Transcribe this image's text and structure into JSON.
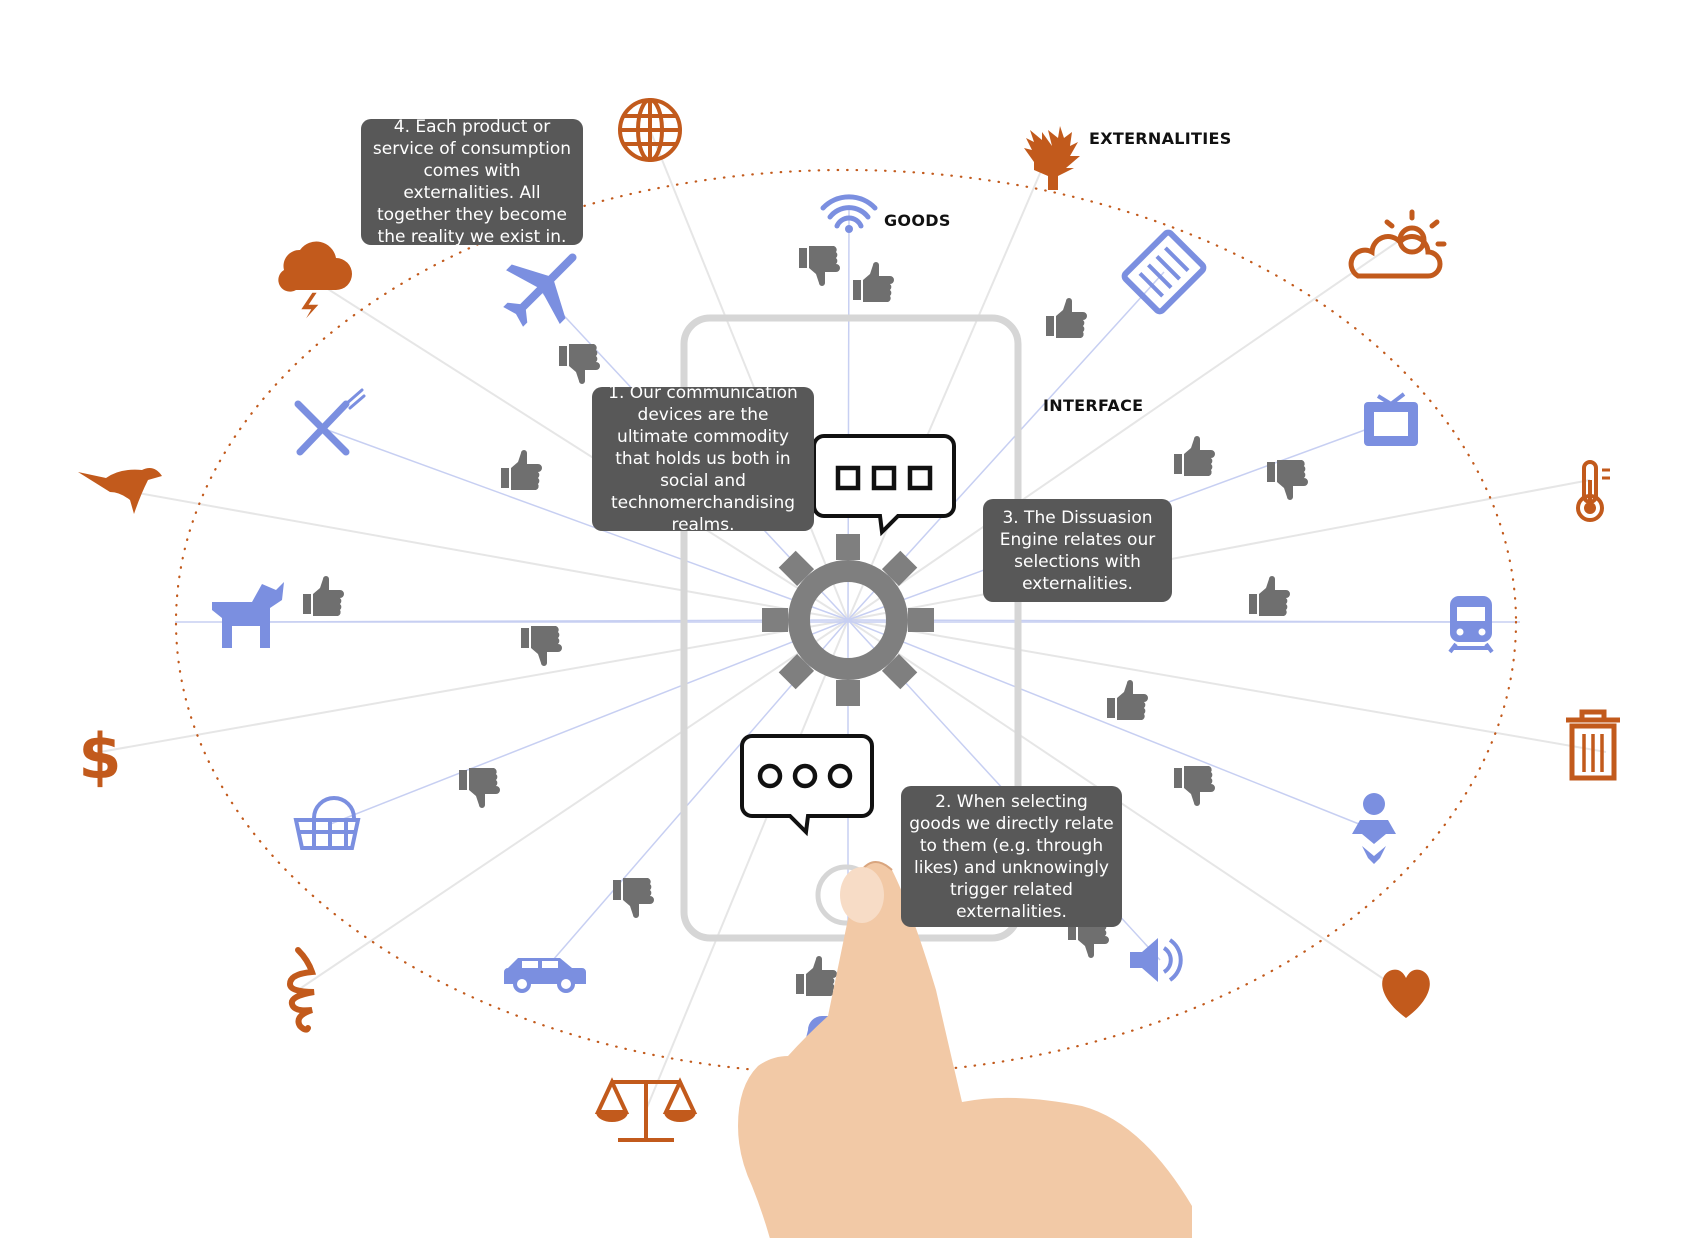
{
  "labels": {
    "externalities": "EXTERNALITIES",
    "goods": "GOODS",
    "interface": "INTERFACE"
  },
  "callouts": {
    "c1": "1. Our communication devices are the ultimate commodity that holds us both in social and technomerchandising realms.",
    "c2": "2. When selecting goods we directly relate to them (e.g. through likes) and unknowingly trigger related externalities.",
    "c3": "3. The Dissuasion Engine relates our selections with externalities.",
    "c4": "4. Each product or service of consumption comes with externalities. All together they become the reality we exist in."
  },
  "colors": {
    "goods": "#7b8fe0",
    "externality": "#c25a1c",
    "thumb": "#6f6f6f",
    "gear": "#7f7f7f",
    "device": "#d9d9d9",
    "callout_bg": "#585858"
  },
  "goods_icons": [
    "wifi-icon",
    "newspaper-icon",
    "tv-icon",
    "train-icon",
    "baby-icon",
    "speaker-icon",
    "gamepad-icon",
    "car-icon",
    "basket-icon",
    "dog-icon",
    "cutlery-icon",
    "airplane-icon"
  ],
  "externality_icons": [
    "forest-fire-icon",
    "sun-cloud-icon",
    "thermometer-icon",
    "trash-icon",
    "heart-icon",
    "scales-icon",
    "intestine-icon",
    "dollar-icon",
    "bird-icon",
    "storm-cloud-icon",
    "globe-icon"
  ]
}
